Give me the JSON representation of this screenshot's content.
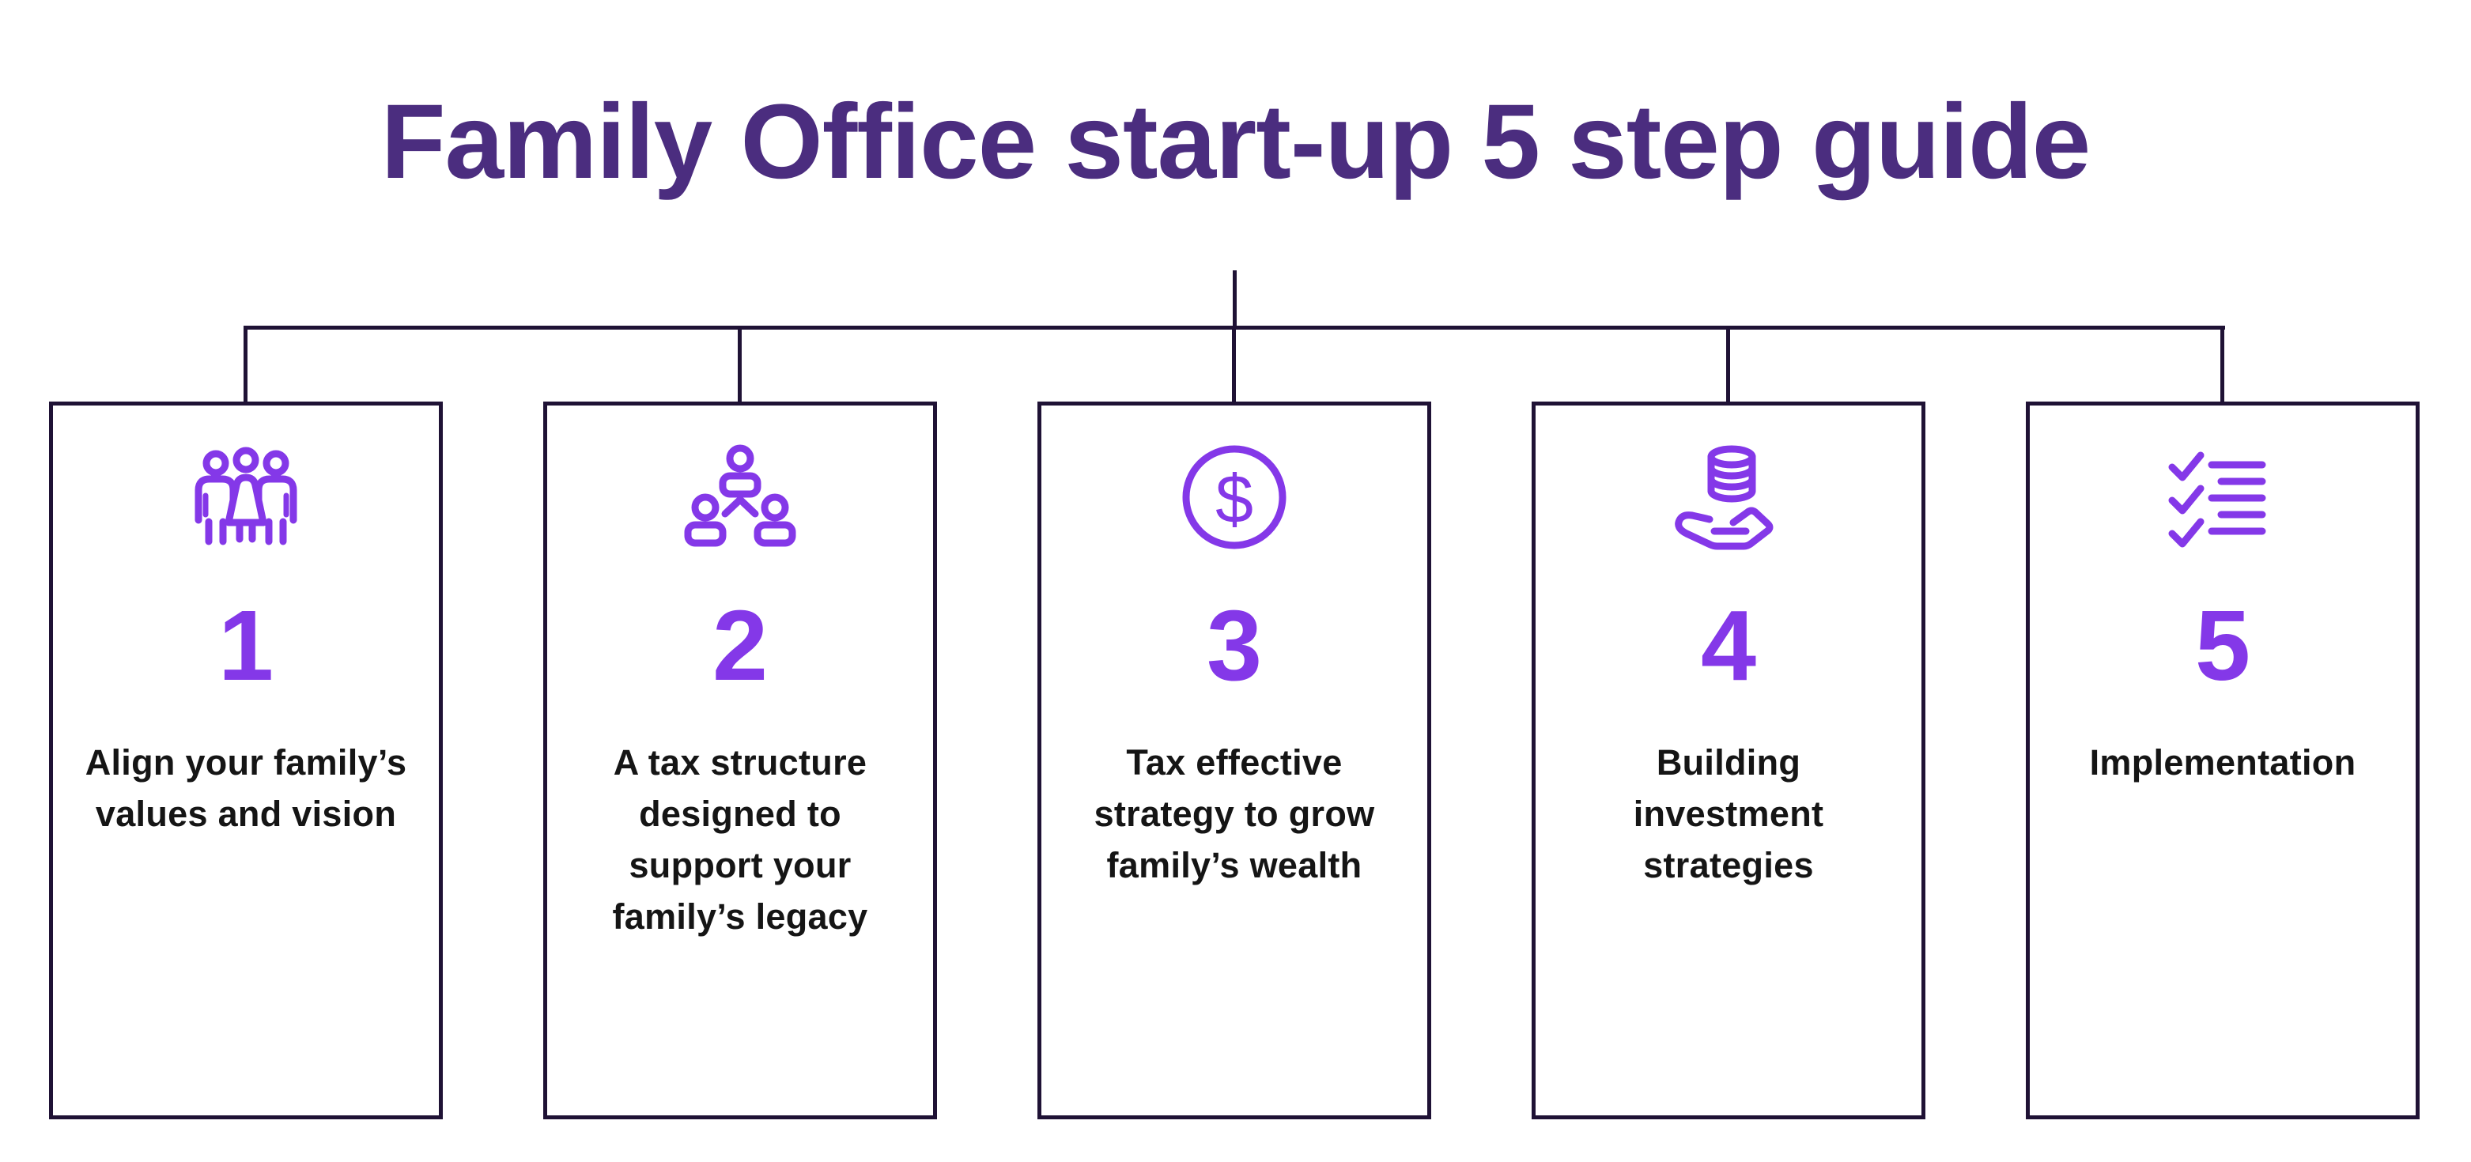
{
  "title": "Family Office start-up 5 step guide",
  "colors": {
    "title": "#4b2d7f",
    "accent": "#8438e8",
    "line": "#1f1235",
    "text": "#151515",
    "background": "#ffffff"
  },
  "steps": [
    {
      "number": "1",
      "icon": "family-group-icon",
      "lines": [
        "Align your family’s",
        "values and vision"
      ]
    },
    {
      "number": "2",
      "icon": "org-structure-icon",
      "lines": [
        "A tax structure",
        "designed to",
        "support your",
        "family’s legacy"
      ]
    },
    {
      "number": "3",
      "icon": "dollar-circle-icon",
      "dollar_glyph": "$",
      "lines": [
        "Tax effective",
        "strategy to grow",
        "family’s wealth"
      ]
    },
    {
      "number": "4",
      "icon": "hand-coins-icon",
      "lines": [
        "Building",
        "investment",
        "strategies"
      ]
    },
    {
      "number": "5",
      "icon": "checklist-icon",
      "lines": [
        "Implementation"
      ]
    }
  ]
}
